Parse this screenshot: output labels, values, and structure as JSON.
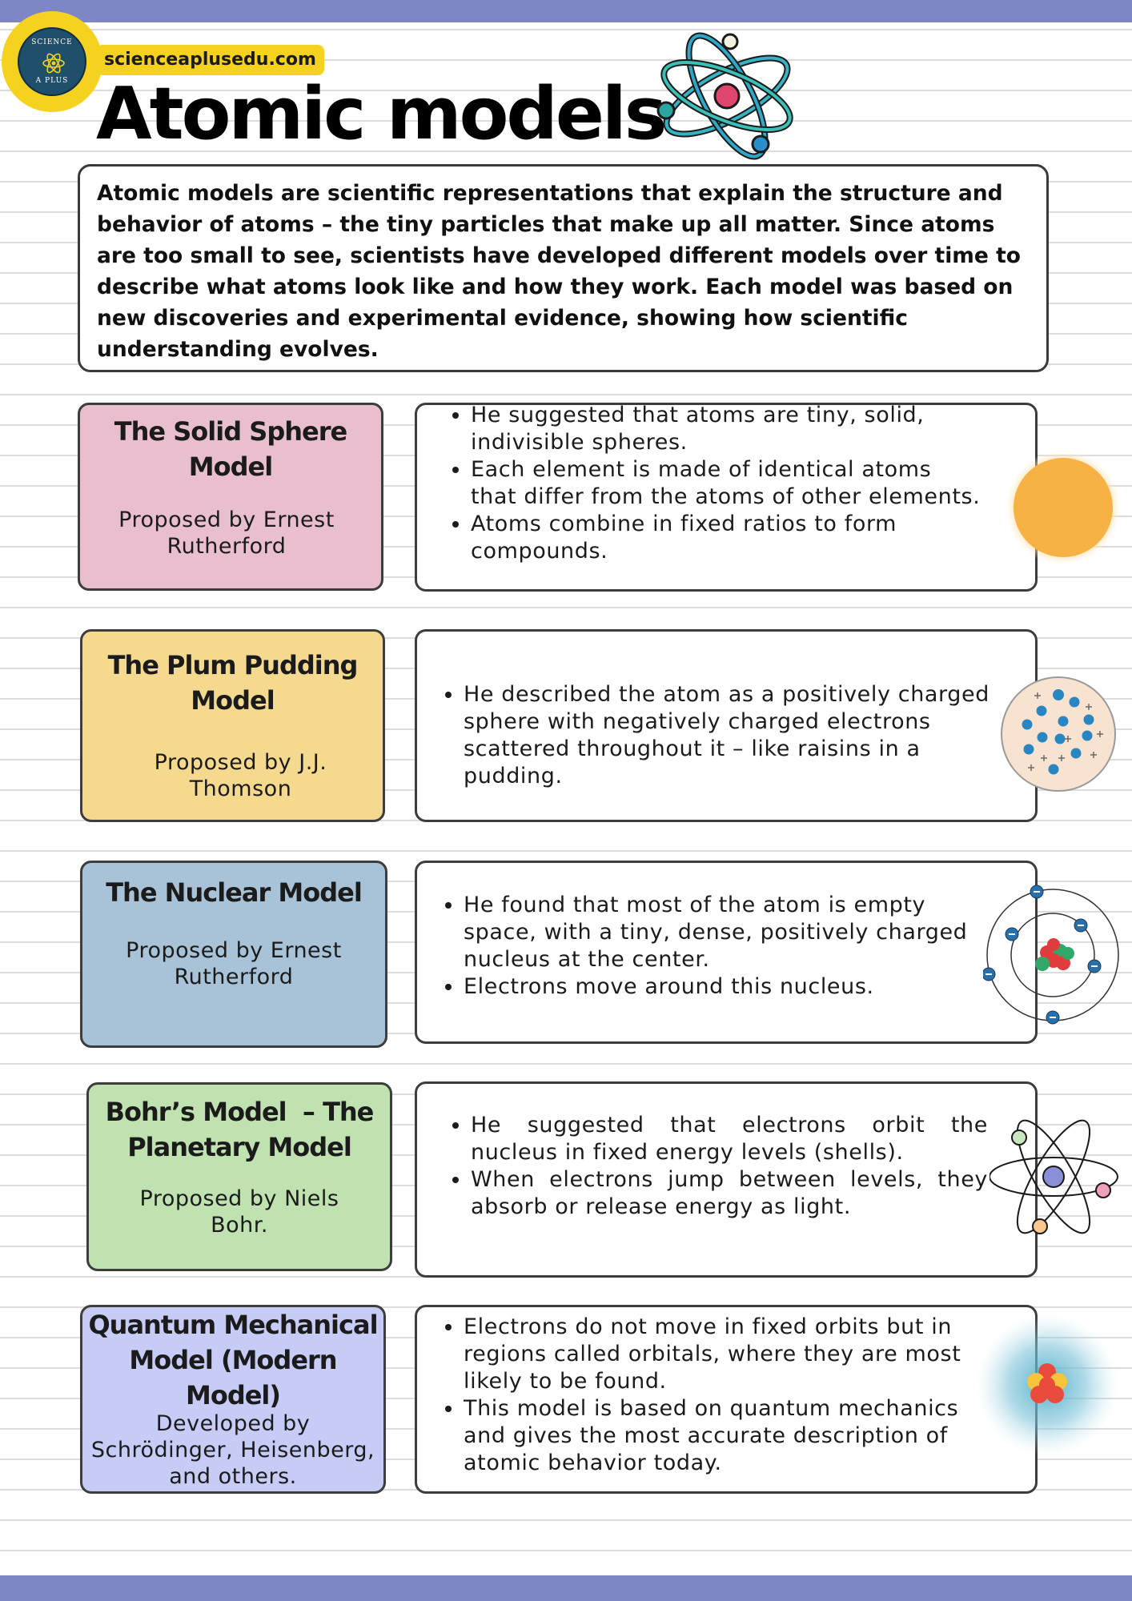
{
  "header": {
    "website": "scienceaplusedu.com",
    "title": "Atomic models",
    "logo": {
      "top_text": "SCIENCE",
      "bottom_text": "A PLUS",
      "icon": "atom-icon"
    }
  },
  "intro": "Atomic models are scientific representations that explain the structure and behavior of atoms – the tiny particles that make up all matter. Since atoms are too small to see, scientists have developed different models over time to describe what atoms look like and how they work. Each model was based on new discoveries and experimental evidence, showing how scientific understanding evolves.",
  "models": [
    {
      "name": "The Solid Sphere Model",
      "proposed": "Proposed by Ernest Rutherford",
      "color": "#e9bfcf",
      "points": [
        "He suggested that atoms are tiny, solid, indivisible spheres.",
        "Each element is made of identical atoms that differ from the atoms of other elements.",
        "Atoms combine in fixed ratios to form compounds."
      ],
      "icon": "solid-sphere-icon"
    },
    {
      "name": "The Plum Pudding Model",
      "proposed": "Proposed by J.J. Thomson",
      "color": "#f4d98f",
      "points": [
        "He described the atom as a positively charged sphere with negatively charged electrons scattered throughout it – like raisins in a pudding."
      ],
      "icon": "plum-pudding-icon"
    },
    {
      "name": "The Nuclear Model",
      "proposed": "Proposed by Ernest Rutherford",
      "color": "#a8c3d7",
      "points": [
        "He found that most of the atom is empty space, with a tiny, dense, positively charged nucleus at the center.",
        "Electrons move around this nucleus."
      ],
      "icon": "nuclear-atom-icon"
    },
    {
      "name_line1": "Bohr’s Model  – The",
      "name_line2": "Planetary Model",
      "proposed": "Proposed by Niels Bohr.",
      "color": "#bfe2b0",
      "points": [
        "He suggested that electrons orbit the nucleus in fixed energy levels (shells).",
        "When electrons jump between levels, they absorb or release energy as light."
      ],
      "icon": "planetary-atom-icon"
    },
    {
      "name": "Quantum Mechanical Model (Modern Model)",
      "proposed": "Developed by Schrödinger, Heisenberg, and others.",
      "color": "#c7ccf6",
      "points": [
        "Electrons do not move in fixed orbits but in regions called orbitals, where they are most likely to be found.",
        "This model is based on quantum mechanics and gives the most accurate description of atomic behavior today."
      ],
      "icon": "electron-cloud-icon"
    }
  ],
  "colors": {
    "band": "#7f86c6",
    "logo_bg": "#f5d220",
    "logo_inner": "#1f4f6b"
  }
}
